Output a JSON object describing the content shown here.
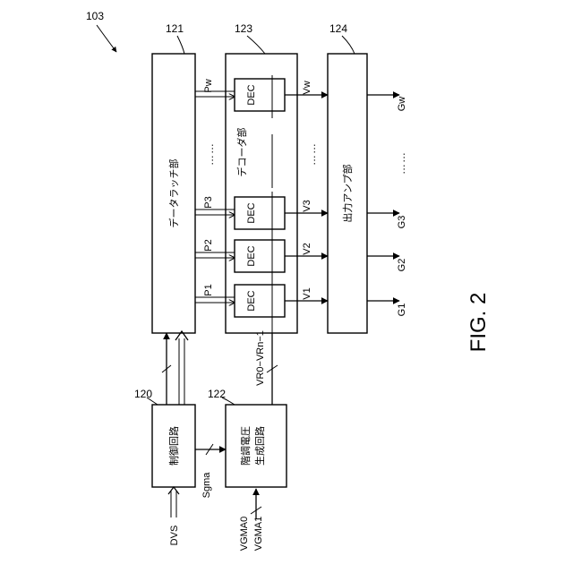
{
  "figure": {
    "ref_main": "103",
    "caption": "FIG. 2"
  },
  "blocks": {
    "data_latch": {
      "ref": "121",
      "label": "データラッチ部"
    },
    "decoder": {
      "ref": "123",
      "label": "デコーダ部",
      "dec_label": "DEC"
    },
    "output_amp": {
      "ref": "124",
      "label": "出力アンプ部"
    },
    "control": {
      "ref": "120",
      "label": "制御回路"
    },
    "gamma": {
      "ref": "122",
      "label_line1": "階調電圧",
      "label_line2": "生成回路"
    }
  },
  "signals": {
    "dvs": "DVS",
    "sgma": "Sgma",
    "vgma0": "VGMA0",
    "vgma1": "VGMA1",
    "vr_bus": "VR0−VRn−1",
    "p": [
      "P1",
      "P2",
      "P3",
      "Pw"
    ],
    "v": [
      "V1",
      "V2",
      "V3",
      "Vw"
    ],
    "g": [
      "G1",
      "G2",
      "G3",
      "Gw"
    ],
    "ellipsis": "……"
  }
}
